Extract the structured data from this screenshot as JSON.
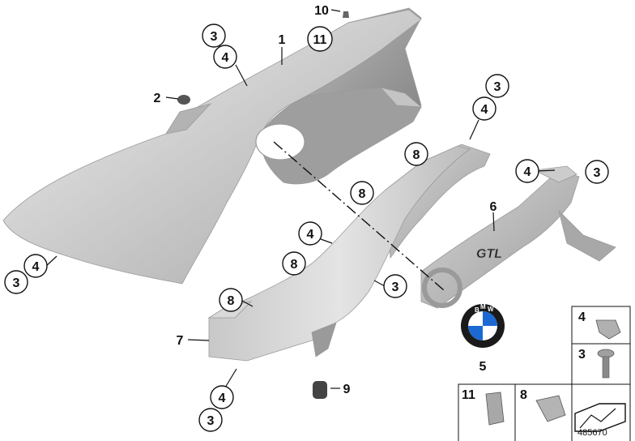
{
  "diagram": {
    "catalog_number": "485670",
    "callouts": [
      {
        "id": "c10",
        "label": "10"
      },
      {
        "id": "c3a",
        "label": "3"
      },
      {
        "id": "c11",
        "label": "11"
      },
      {
        "id": "c1",
        "label": "1"
      },
      {
        "id": "c4a",
        "label": "4"
      },
      {
        "id": "c2",
        "label": "2"
      },
      {
        "id": "c3b",
        "label": "3"
      },
      {
        "id": "c4b",
        "label": "4"
      },
      {
        "id": "c8a",
        "label": "8"
      },
      {
        "id": "c8b",
        "label": "8"
      },
      {
        "id": "c4c",
        "label": "4"
      },
      {
        "id": "c3c",
        "label": "3"
      },
      {
        "id": "c6",
        "label": "6"
      },
      {
        "id": "c3d",
        "label": "3"
      },
      {
        "id": "c4d",
        "label": "4"
      },
      {
        "id": "c4e",
        "label": "4"
      },
      {
        "id": "c8c",
        "label": "8"
      },
      {
        "id": "c3e",
        "label": "3"
      },
      {
        "id": "c8d",
        "label": "8"
      },
      {
        "id": "c7",
        "label": "7"
      },
      {
        "id": "c5",
        "label": "5"
      },
      {
        "id": "c4f",
        "label": "4"
      },
      {
        "id": "c3f",
        "label": "3"
      },
      {
        "id": "c9",
        "label": "9"
      }
    ],
    "legend": [
      {
        "id": "l4",
        "label": "4"
      },
      {
        "id": "l3",
        "label": "3"
      },
      {
        "id": "l11",
        "label": "11"
      },
      {
        "id": "l8",
        "label": "8"
      }
    ],
    "badge": {
      "letters": [
        "B",
        "M",
        "W"
      ],
      "colors": {
        "blue": "#1c69d4",
        "ring": "#1a1a1a"
      }
    },
    "panel_text": "GTL",
    "colors": {
      "panel_light": "#e6e6e6",
      "panel_mid": "#bdbdbd",
      "panel_dark": "#8d8d8d",
      "line": "#111111"
    }
  }
}
